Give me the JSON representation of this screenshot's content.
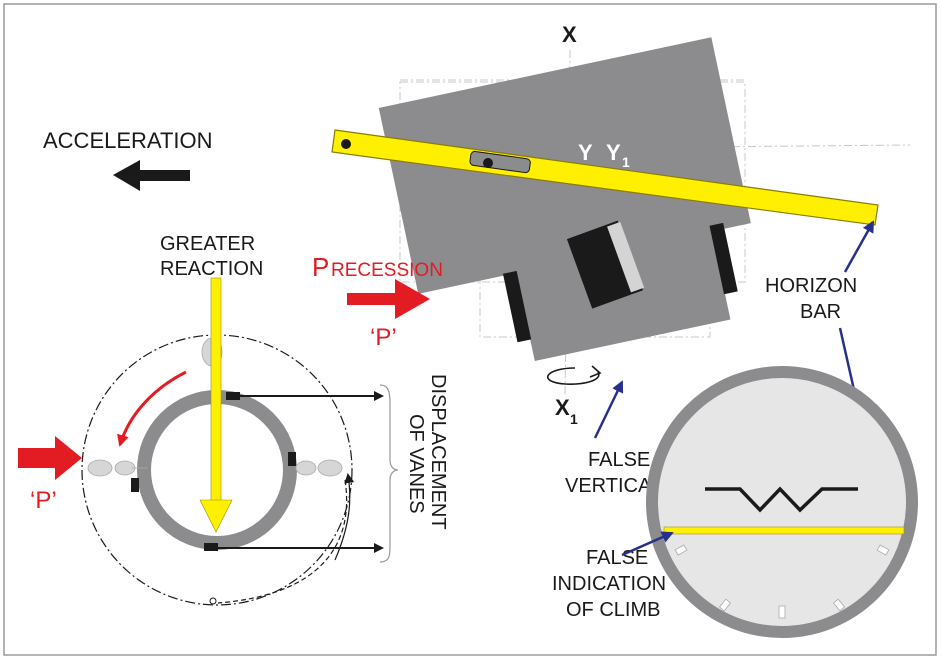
{
  "labels": {
    "axis_x": "X",
    "axis_x1": "X",
    "axis_x1_sub": "1",
    "axis_y": "Y",
    "axis_y1": "Y",
    "axis_y1_sub": "1",
    "acceleration": "ACCELERATION",
    "greater_reaction_1": "GREATER",
    "greater_reaction_2": "REACTION",
    "precession_cap": "P",
    "precession_rest": "RECESSION",
    "p_quote_1": "‘P’",
    "p_quote_2": "‘P’",
    "horizon_bar_1": "HORIZON",
    "horizon_bar_2": "BAR",
    "false_vertical_1": "FALSE",
    "false_vertical_2": "VERTICAL",
    "false_indication_1": "FALSE",
    "false_indication_2": "INDICATION",
    "false_indication_3": "OF CLIMB",
    "displacement_1": "DISPLACEMENT",
    "displacement_2": "OF VANES"
  },
  "colors": {
    "gray": "#8c8c8e",
    "yellow": "#ffef00",
    "red": "#e31b23",
    "navy": "#27318b",
    "black": "#1a1a1a",
    "light_gray": "#e6e6e6"
  }
}
